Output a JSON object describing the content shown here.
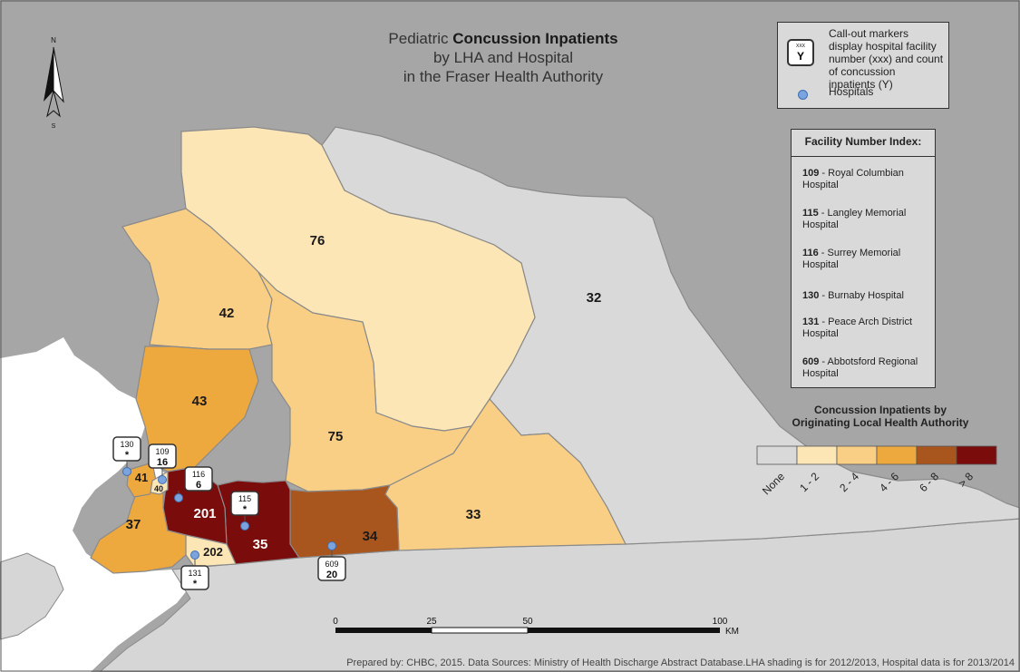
{
  "title": {
    "line1_prefix": "Pediatric ",
    "line1_bold": "Concussion Inpatients",
    "line2": "by LHA and Hospital",
    "line3": "in the Fraser Health Authority"
  },
  "north_arrow": {
    "label": "N",
    "south_label": "S",
    "icon": "north-arrow-icon"
  },
  "marker_legend": {
    "marker_top": "XXX",
    "marker_bottom": "Y",
    "text": "Call-out markers display hospital facility number (xxx) and count of concussion inpatients (Y)",
    "hospitals_label": "Hospitals",
    "hospital_icon": "hospital-dot-icon"
  },
  "facility_index": {
    "title": "Facility Number Index:",
    "items": [
      {
        "number": "109",
        "name": "Royal Columbian Hospital"
      },
      {
        "number": "115",
        "name": "Langley Memorial Hospital"
      },
      {
        "number": "116",
        "name": "Surrey Memorial Hospital"
      },
      {
        "number": "130",
        "name": "Burnaby Hospital"
      },
      {
        "number": "131",
        "name": "Peace Arch District Hospital"
      },
      {
        "number": "609",
        "name": "Abbotsford Regional Hospital"
      }
    ]
  },
  "choropleth_legend": {
    "title_line1": "Concussion Inpatients by",
    "title_line2": "Originating Local Health Authority",
    "classes": [
      {
        "label": "None",
        "color": "#d9d9d9"
      },
      {
        "label": "1 - 2",
        "color": "#fde6b6"
      },
      {
        "label": "2 - 4",
        "color": "#f9cf85"
      },
      {
        "label": "4 - 6",
        "color": "#eda83e"
      },
      {
        "label": "6 - 8",
        "color": "#a9561e"
      },
      {
        "label": "> 8",
        "color": "#7a0c0c"
      }
    ]
  },
  "colors": {
    "land_outside": "#a6a6a6",
    "land_south": "#d6d6d6",
    "water": "#ffffff",
    "border": "#8a8a8a",
    "hospital": "#7ba3dd"
  },
  "lha_labels": [
    "76",
    "32",
    "42",
    "43",
    "75",
    "41",
    "40",
    "37",
    "201",
    "35",
    "34",
    "33",
    "202"
  ],
  "hospital_markers": [
    {
      "number": "130",
      "count": "*"
    },
    {
      "number": "109",
      "count": "16"
    },
    {
      "number": "116",
      "count": "6"
    },
    {
      "number": "115",
      "count": "*"
    },
    {
      "number": "609",
      "count": "20"
    },
    {
      "number": "131",
      "count": "*"
    }
  ],
  "scale_bar": {
    "ticks": [
      "0",
      "25",
      "50",
      "100"
    ],
    "unit": "KM"
  },
  "footer": "Prepared by: CHBC, 2015. Data Sources: Ministry of Health Discharge Abstract Database.LHA shading is for 2012/2013, Hospital data is for 2013/2014"
}
